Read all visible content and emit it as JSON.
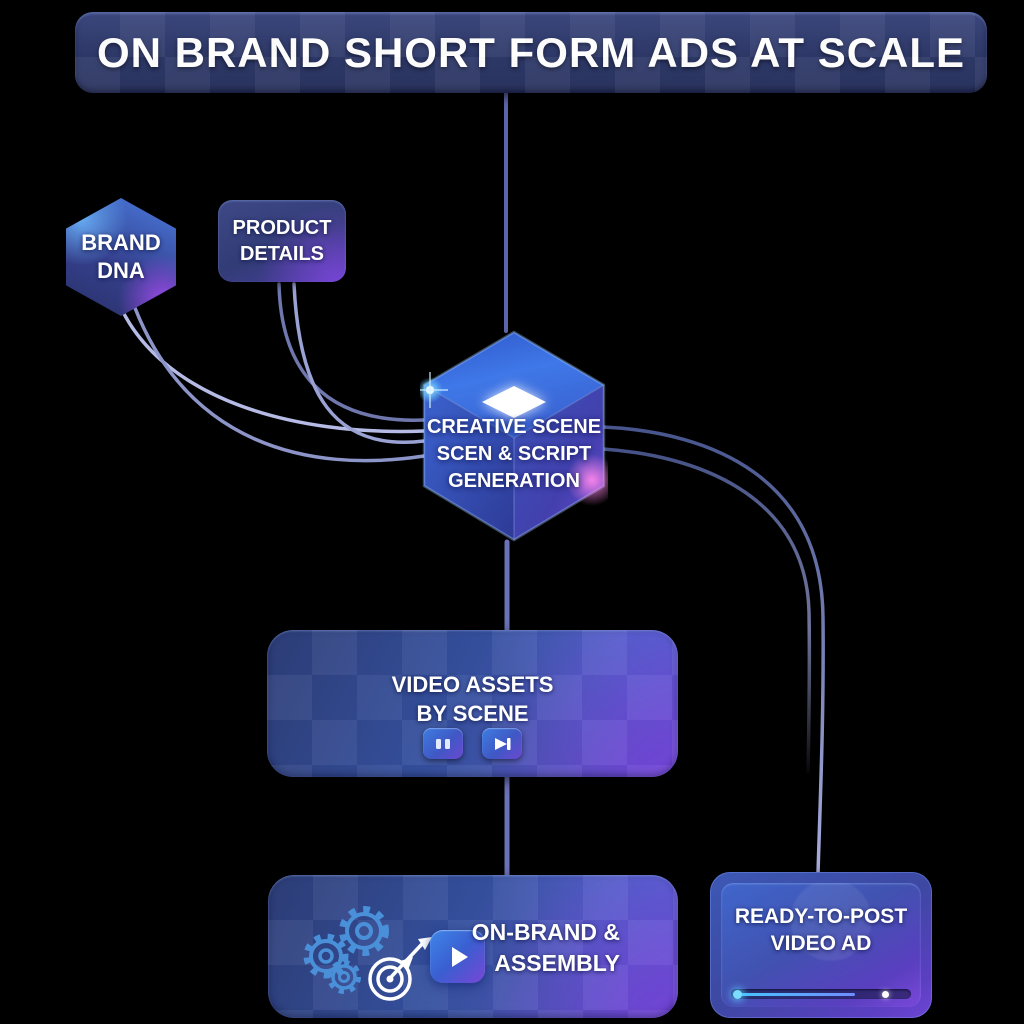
{
  "title": {
    "text": "ON BRAND SHORT FORM ADS AT SCALE"
  },
  "nodes": {
    "brand_dna": {
      "line1": "BRAND",
      "line2": "DNA"
    },
    "product_details": {
      "line1": "PRODUCT",
      "line2": "DETAILS"
    },
    "scene_generation": {
      "line1": "CREATIVE SCENE",
      "line2": "SCEN & SCRIPT",
      "line3": "GENERATION"
    },
    "video_assets": {
      "line1": "VIDEO ASSETS",
      "line2": "BY SCENE"
    },
    "on_brand_assembly": {
      "line1": "ON-BRAND &",
      "line2": "ASSEMBLY"
    },
    "ready_to_post": {
      "line1": "READY-TO-POST",
      "line2": "VIDEO AD"
    }
  },
  "icons": {
    "scene_generation_marker": "diamond-icon",
    "video_assets_controls": [
      "pause-icon",
      "skip-next-icon"
    ],
    "assembly_graphics": [
      "gears-icon",
      "target-dart-icon",
      "play-icon"
    ],
    "ready_to_post_player": "video-progress-bar"
  },
  "colors": {
    "background": "#000000",
    "banner_navy": "#2e3969",
    "node_blue": "#3b6fd8",
    "node_purple": "#6a46cf",
    "gear_blue": "#4a90d9",
    "connector_lavender": "#a9aede",
    "connector_navy": "#46548c",
    "glow_pink": "#ff86ec",
    "glow_cyan": "#5ac8fa",
    "text_white": "#ffffff"
  }
}
